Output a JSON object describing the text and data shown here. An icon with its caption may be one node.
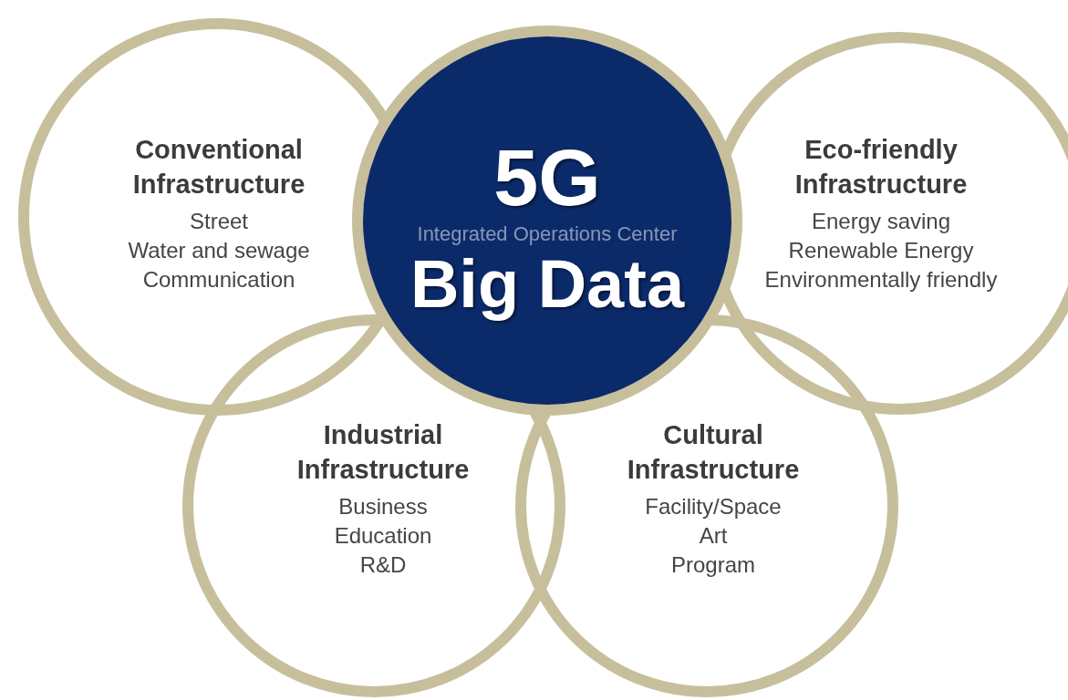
{
  "diagram": {
    "nodes": [
      {
        "text": [
          "Conventional Infrastructure",
          "Street",
          "Water and sewage",
          "Communication"
        ]
      },
      {
        "text": [
          "Eco-friendly Infrastructure",
          "Energy saving",
          "Renewable Energy",
          "Environmentally friendly"
        ]
      },
      {
        "text": [
          "Industrial Infrastructure",
          "Business",
          "Education",
          "R&D"
        ]
      },
      {
        "text": [
          "Cultural Infrastructure",
          "Facility/Space",
          "Art",
          "Program"
        ]
      },
      {
        "text": [
          "5G",
          "Big Data"
        ]
      }
    ],
    "labels": [
      "Integrated Operations Center"
    ]
  }
}
